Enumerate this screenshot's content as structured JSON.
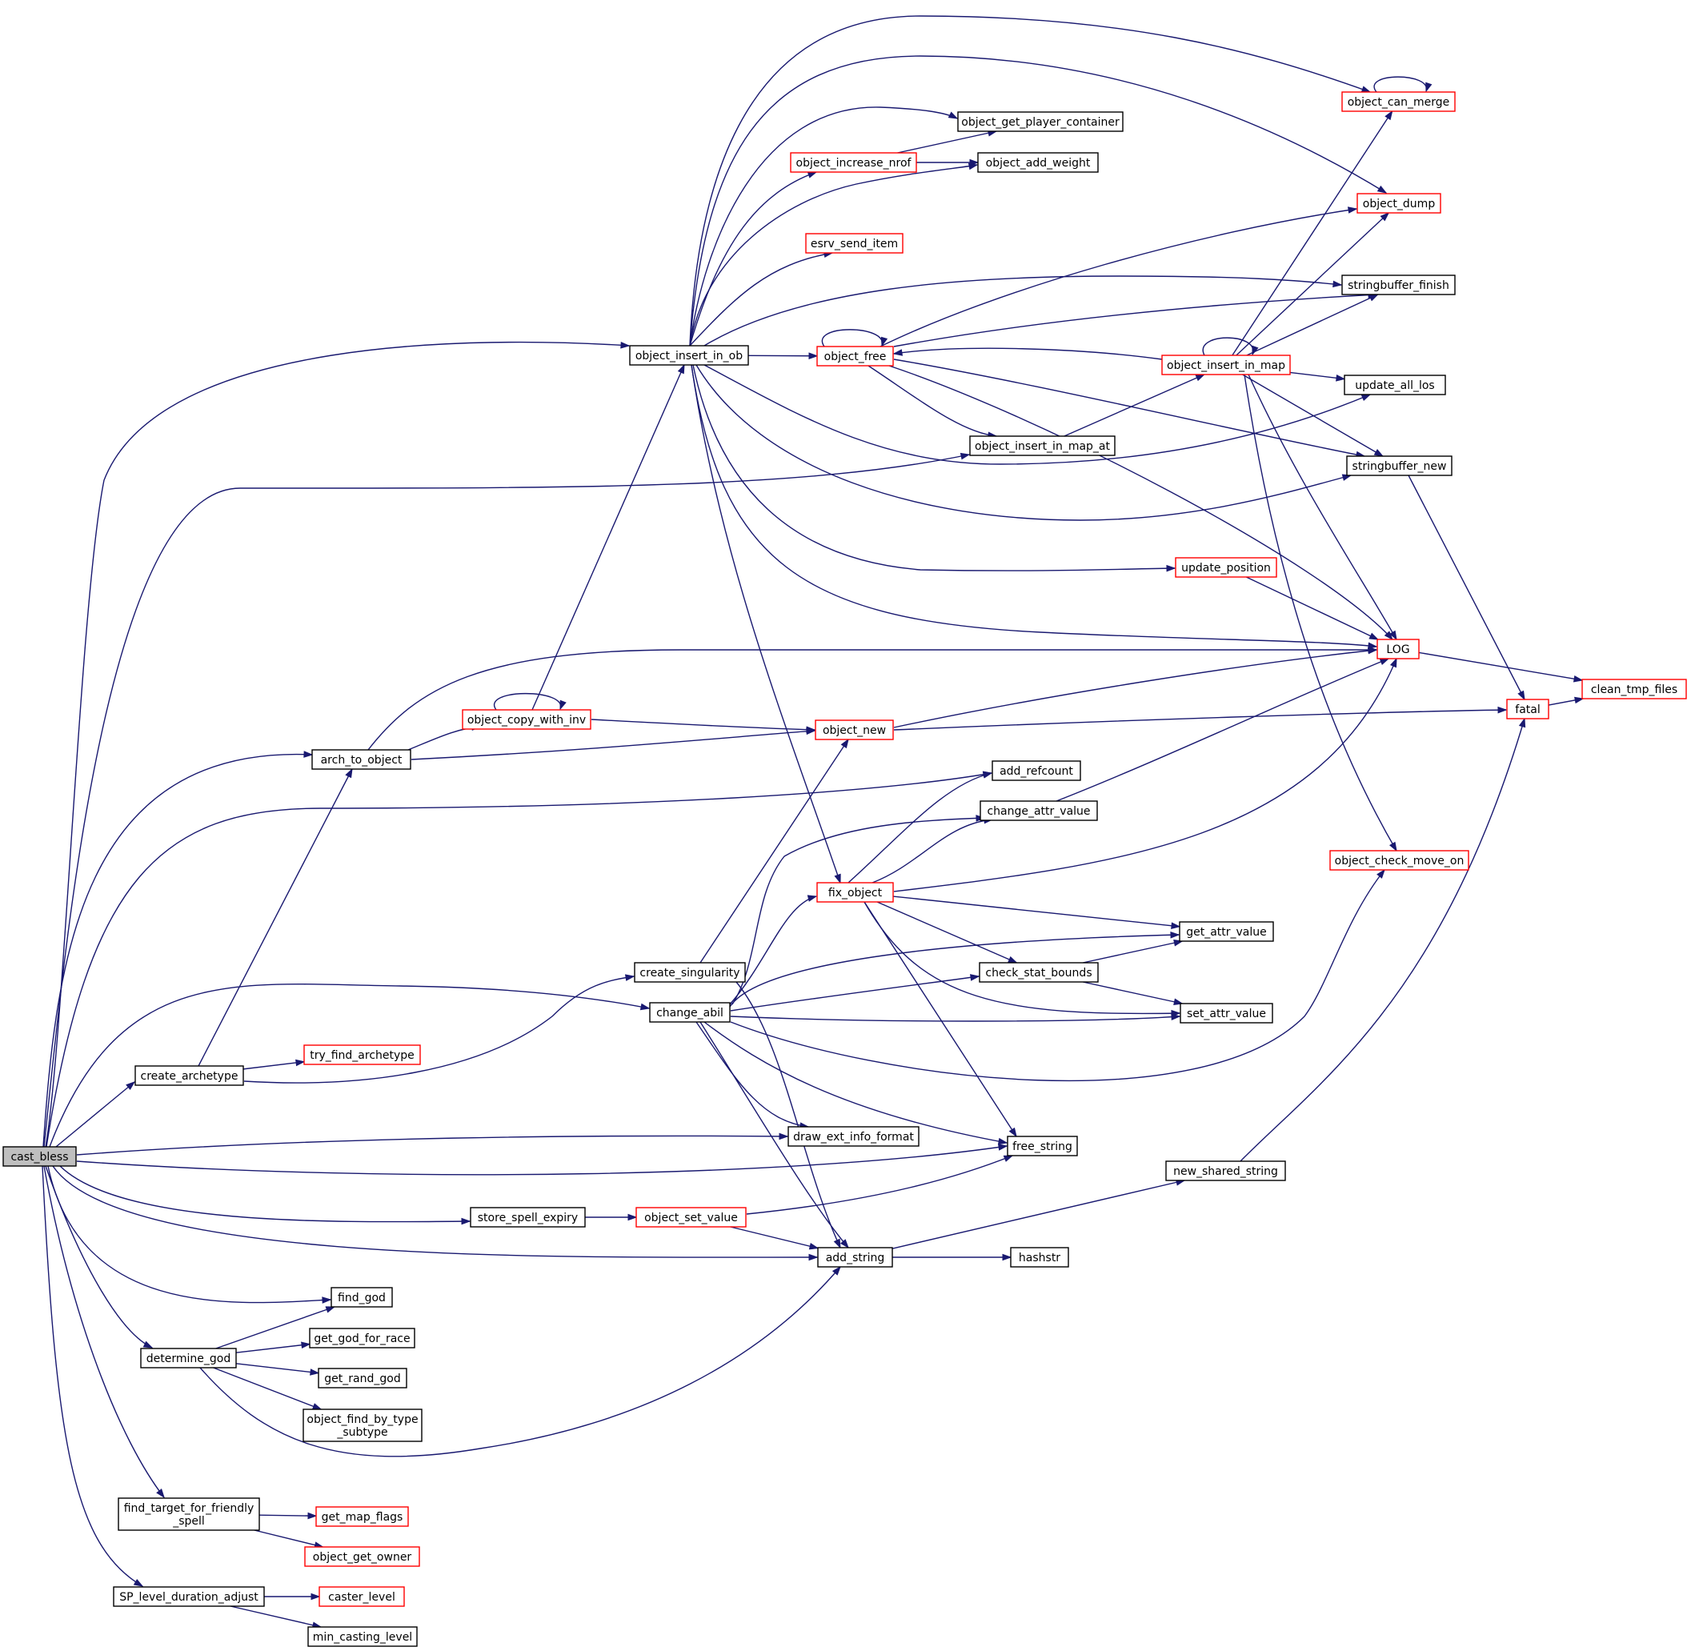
{
  "colors": {
    "edge": "#191970",
    "node_border": "#000000",
    "node_border_truncated": "#ff0000",
    "root_fill": "#bfbfbf",
    "node_fill": "#ffffff"
  },
  "root": "cast_bless",
  "nodes": [
    {
      "id": "cast_bless",
      "label": "cast_bless",
      "style": "root"
    },
    {
      "id": "object_insert_in_ob",
      "label": "object_insert_in_ob",
      "style": "normal"
    },
    {
      "id": "arch_to_object",
      "label": "arch_to_object",
      "style": "normal"
    },
    {
      "id": "create_archetype",
      "label": "create_archetype",
      "style": "normal"
    },
    {
      "id": "try_find_archetype",
      "label": "try_find_archetype",
      "style": "truncated"
    },
    {
      "id": "object_copy_with_inv",
      "label": "object_copy_with_inv",
      "style": "truncated"
    },
    {
      "id": "object_new",
      "label": "object_new",
      "style": "truncated"
    },
    {
      "id": "object_can_merge",
      "label": "object_can_merge",
      "style": "truncated"
    },
    {
      "id": "object_get_player_container",
      "label": "object_get_player_container",
      "style": "normal"
    },
    {
      "id": "object_increase_nrof",
      "label": "object_increase_nrof",
      "style": "truncated"
    },
    {
      "id": "object_add_weight",
      "label": "object_add_weight",
      "style": "normal"
    },
    {
      "id": "object_dump",
      "label": "object_dump",
      "style": "truncated"
    },
    {
      "id": "esrv_send_item",
      "label": "esrv_send_item",
      "style": "truncated"
    },
    {
      "id": "stringbuffer_finish",
      "label": "stringbuffer_finish",
      "style": "normal"
    },
    {
      "id": "object_free",
      "label": "object_free",
      "style": "truncated"
    },
    {
      "id": "object_insert_in_map",
      "label": "object_insert_in_map",
      "style": "truncated"
    },
    {
      "id": "update_all_los",
      "label": "update_all_los",
      "style": "normal"
    },
    {
      "id": "object_insert_in_map_at",
      "label": "object_insert_in_map_at",
      "style": "normal"
    },
    {
      "id": "stringbuffer_new",
      "label": "stringbuffer_new",
      "style": "normal"
    },
    {
      "id": "update_position",
      "label": "update_position",
      "style": "truncated"
    },
    {
      "id": "LOG",
      "label": "LOG",
      "style": "truncated"
    },
    {
      "id": "clean_tmp_files",
      "label": "clean_tmp_files",
      "style": "truncated"
    },
    {
      "id": "fatal",
      "label": "fatal",
      "style": "truncated"
    },
    {
      "id": "add_refcount",
      "label": "add_refcount",
      "style": "normal"
    },
    {
      "id": "change_attr_value",
      "label": "change_attr_value",
      "style": "normal"
    },
    {
      "id": "object_check_move_on",
      "label": "object_check_move_on",
      "style": "truncated"
    },
    {
      "id": "fix_object",
      "label": "fix_object",
      "style": "truncated"
    },
    {
      "id": "get_attr_value",
      "label": "get_attr_value",
      "style": "normal"
    },
    {
      "id": "create_singularity",
      "label": "create_singularity",
      "style": "normal"
    },
    {
      "id": "check_stat_bounds",
      "label": "check_stat_bounds",
      "style": "normal"
    },
    {
      "id": "change_abil",
      "label": "change_abil",
      "style": "normal"
    },
    {
      "id": "set_attr_value",
      "label": "set_attr_value",
      "style": "normal"
    },
    {
      "id": "draw_ext_info_format",
      "label": "draw_ext_info_format",
      "style": "normal"
    },
    {
      "id": "free_string",
      "label": "free_string",
      "style": "normal"
    },
    {
      "id": "new_shared_string",
      "label": "new_shared_string",
      "style": "normal"
    },
    {
      "id": "store_spell_expiry",
      "label": "store_spell_expiry",
      "style": "normal"
    },
    {
      "id": "object_set_value",
      "label": "object_set_value",
      "style": "truncated"
    },
    {
      "id": "add_string",
      "label": "add_string",
      "style": "normal"
    },
    {
      "id": "hashstr",
      "label": "hashstr",
      "style": "normal"
    },
    {
      "id": "find_god",
      "label": "find_god",
      "style": "normal"
    },
    {
      "id": "determine_god",
      "label": "determine_god",
      "style": "normal"
    },
    {
      "id": "get_god_for_race",
      "label": "get_god_for_race",
      "style": "normal"
    },
    {
      "id": "get_rand_god",
      "label": "get_rand_god",
      "style": "normal"
    },
    {
      "id": "object_find_by_type_subtype",
      "label": "object_find_by_type\n_subtype",
      "style": "normal"
    },
    {
      "id": "find_target_for_friendly_spell",
      "label": "find_target_for_friendly\n_spell",
      "style": "normal"
    },
    {
      "id": "get_map_flags",
      "label": "get_map_flags",
      "style": "truncated"
    },
    {
      "id": "object_get_owner",
      "label": "object_get_owner",
      "style": "truncated"
    },
    {
      "id": "SP_level_duration_adjust",
      "label": "SP_level_duration_adjust",
      "style": "normal"
    },
    {
      "id": "caster_level",
      "label": "caster_level",
      "style": "truncated"
    },
    {
      "id": "min_casting_level",
      "label": "min_casting_level",
      "style": "normal"
    }
  ],
  "edges": [
    [
      "cast_bless",
      "object_insert_in_ob"
    ],
    [
      "cast_bless",
      "object_insert_in_map_at"
    ],
    [
      "cast_bless",
      "arch_to_object"
    ],
    [
      "cast_bless",
      "add_refcount"
    ],
    [
      "cast_bless",
      "change_abil"
    ],
    [
      "cast_bless",
      "create_archetype"
    ],
    [
      "cast_bless",
      "draw_ext_info_format"
    ],
    [
      "cast_bless",
      "free_string"
    ],
    [
      "cast_bless",
      "store_spell_expiry"
    ],
    [
      "cast_bless",
      "add_string"
    ],
    [
      "cast_bless",
      "find_god"
    ],
    [
      "cast_bless",
      "determine_god"
    ],
    [
      "cast_bless",
      "find_target_for_friendly_spell"
    ],
    [
      "cast_bless",
      "SP_level_duration_adjust"
    ],
    [
      "object_insert_in_ob",
      "object_free"
    ],
    [
      "object_insert_in_ob",
      "object_can_merge"
    ],
    [
      "object_insert_in_ob",
      "object_get_player_container"
    ],
    [
      "object_insert_in_ob",
      "object_increase_nrof"
    ],
    [
      "object_insert_in_ob",
      "object_add_weight"
    ],
    [
      "object_insert_in_ob",
      "object_dump"
    ],
    [
      "object_insert_in_ob",
      "esrv_send_item"
    ],
    [
      "object_insert_in_ob",
      "stringbuffer_finish"
    ],
    [
      "object_insert_in_ob",
      "update_all_los"
    ],
    [
      "object_insert_in_ob",
      "stringbuffer_new"
    ],
    [
      "object_insert_in_ob",
      "update_position"
    ],
    [
      "object_insert_in_ob",
      "LOG"
    ],
    [
      "object_insert_in_ob",
      "fix_object"
    ],
    [
      "object_increase_nrof",
      "object_get_player_container"
    ],
    [
      "object_increase_nrof",
      "object_add_weight"
    ],
    [
      "object_can_merge",
      "object_can_merge"
    ],
    [
      "object_free",
      "object_free"
    ],
    [
      "object_free",
      "object_dump"
    ],
    [
      "object_free",
      "stringbuffer_finish"
    ],
    [
      "object_free",
      "object_insert_in_map_at"
    ],
    [
      "object_free",
      "stringbuffer_new"
    ],
    [
      "object_free",
      "LOG"
    ],
    [
      "object_insert_in_map",
      "object_insert_in_map"
    ],
    [
      "object_insert_in_map",
      "object_can_merge"
    ],
    [
      "object_insert_in_map",
      "object_dump"
    ],
    [
      "object_insert_in_map",
      "stringbuffer_finish"
    ],
    [
      "object_insert_in_map",
      "object_free"
    ],
    [
      "object_insert_in_map",
      "update_all_los"
    ],
    [
      "object_insert_in_map",
      "stringbuffer_new"
    ],
    [
      "object_insert_in_map",
      "LOG"
    ],
    [
      "object_insert_in_map",
      "object_check_move_on"
    ],
    [
      "object_insert_in_map_at",
      "object_insert_in_map"
    ],
    [
      "stringbuffer_new",
      "fatal"
    ],
    [
      "update_position",
      "LOG"
    ],
    [
      "LOG",
      "clean_tmp_files"
    ],
    [
      "fatal",
      "clean_tmp_files"
    ],
    [
      "arch_to_object",
      "LOG"
    ],
    [
      "arch_to_object",
      "object_copy_with_inv"
    ],
    [
      "arch_to_object",
      "object_new"
    ],
    [
      "object_copy_with_inv",
      "object_copy_with_inv"
    ],
    [
      "object_copy_with_inv",
      "object_insert_in_ob"
    ],
    [
      "object_copy_with_inv",
      "object_new"
    ],
    [
      "object_new",
      "LOG"
    ],
    [
      "object_new",
      "fatal"
    ],
    [
      "create_archetype",
      "arch_to_object"
    ],
    [
      "create_archetype",
      "try_find_archetype"
    ],
    [
      "create_archetype",
      "create_singularity"
    ],
    [
      "create_singularity",
      "object_new"
    ],
    [
      "create_singularity",
      "add_string"
    ],
    [
      "change_attr_value",
      "LOG"
    ],
    [
      "fix_object",
      "add_refcount"
    ],
    [
      "fix_object",
      "change_attr_value"
    ],
    [
      "fix_object",
      "LOG"
    ],
    [
      "fix_object",
      "get_attr_value"
    ],
    [
      "fix_object",
      "check_stat_bounds"
    ],
    [
      "fix_object",
      "set_attr_value"
    ],
    [
      "fix_object",
      "free_string"
    ],
    [
      "check_stat_bounds",
      "get_attr_value"
    ],
    [
      "check_stat_bounds",
      "set_attr_value"
    ],
    [
      "change_abil",
      "change_attr_value"
    ],
    [
      "change_abil",
      "fix_object"
    ],
    [
      "change_abil",
      "get_attr_value"
    ],
    [
      "change_abil",
      "check_stat_bounds"
    ],
    [
      "change_abil",
      "set_attr_value"
    ],
    [
      "change_abil",
      "object_check_move_on"
    ],
    [
      "change_abil",
      "draw_ext_info_format"
    ],
    [
      "change_abil",
      "free_string"
    ],
    [
      "change_abil",
      "add_string"
    ],
    [
      "store_spell_expiry",
      "object_set_value"
    ],
    [
      "object_set_value",
      "free_string"
    ],
    [
      "object_set_value",
      "add_string"
    ],
    [
      "add_string",
      "new_shared_string"
    ],
    [
      "add_string",
      "hashstr"
    ],
    [
      "new_shared_string",
      "fatal"
    ],
    [
      "determine_god",
      "find_god"
    ],
    [
      "determine_god",
      "get_god_for_race"
    ],
    [
      "determine_god",
      "get_rand_god"
    ],
    [
      "determine_god",
      "object_find_by_type_subtype"
    ],
    [
      "determine_god",
      "add_string"
    ],
    [
      "find_target_for_friendly_spell",
      "get_map_flags"
    ],
    [
      "find_target_for_friendly_spell",
      "object_get_owner"
    ],
    [
      "SP_level_duration_adjust",
      "caster_level"
    ],
    [
      "SP_level_duration_adjust",
      "min_casting_level"
    ]
  ]
}
